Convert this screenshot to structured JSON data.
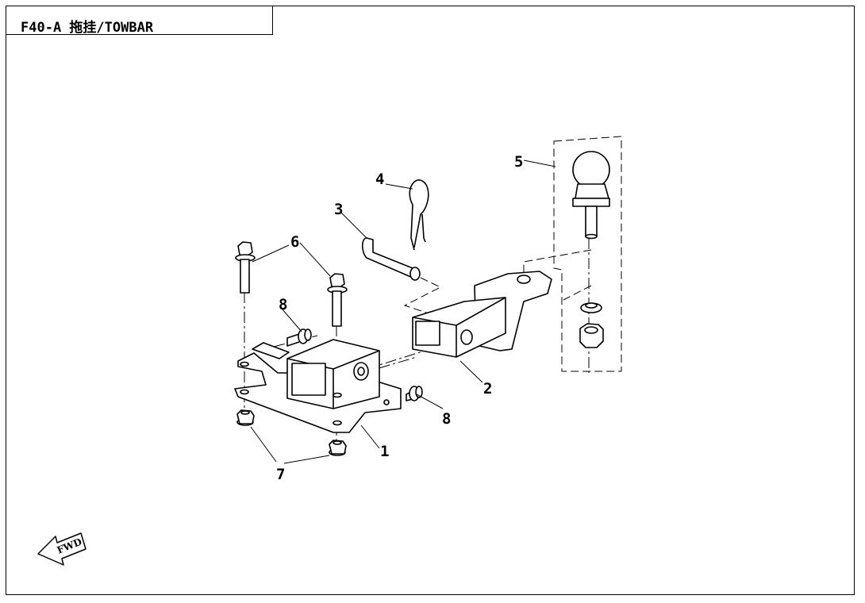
{
  "title": "F40-A 拖挂/TOWBAR",
  "callouts": [
    "1",
    "2",
    "3",
    "4",
    "5",
    "6",
    "7",
    "8",
    "8"
  ],
  "fwd_label": "FWD"
}
